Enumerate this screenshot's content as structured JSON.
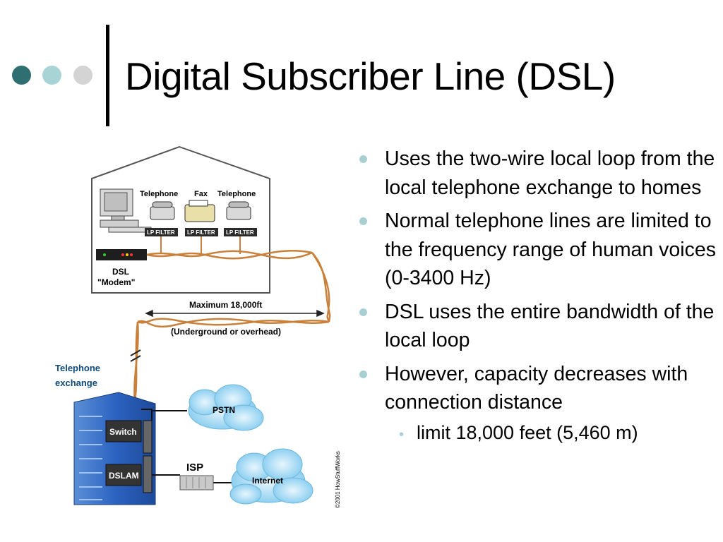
{
  "slide": {
    "title": "Digital Subscriber Line (DSL)",
    "accent_colors": [
      "#2f6f72",
      "#a9d4d6",
      "#d4d4d4"
    ]
  },
  "bullets": [
    {
      "text": "Uses the two-wire local loop from the local telephone exchange to homes"
    },
    {
      "text": "Normal telephone lines are limited to the frequency range of human voices (0-3400 Hz)"
    },
    {
      "text": "DSL uses the entire bandwidth of the local loop"
    },
    {
      "text": "However, capacity decreases with connection distance"
    }
  ],
  "sub_bullets": [
    {
      "text": "limit 18,000 feet (5,460 m)"
    }
  ],
  "diagram": {
    "device_labels": {
      "telephone_left": "Telephone",
      "fax": "Fax",
      "telephone_right": "Telephone",
      "filter": "LP FILTER",
      "modem_line1": "DSL",
      "modem_line2": "\"Modem\""
    },
    "distance_label": "Maximum 18,000ft",
    "route_label": "(Underground or overhead)",
    "exchange_label_line1": "Telephone",
    "exchange_label_line2": "exchange",
    "switch_label": "Switch",
    "dslam_label": "DSLAM",
    "isp_label": "ISP",
    "pstn_label": "PSTN",
    "internet_label": "Internet",
    "credit": "©2001 HowStuffWorks"
  }
}
